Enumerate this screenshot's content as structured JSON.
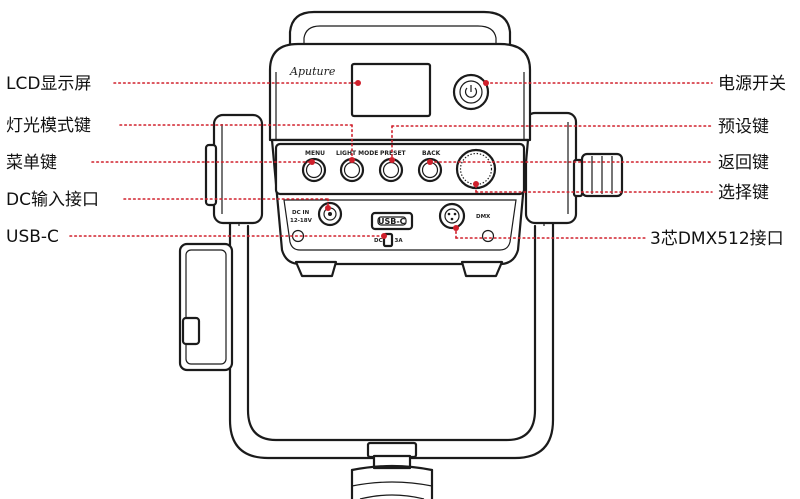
{
  "device": {
    "brand_logo": "Aputure",
    "buttons": {
      "menu": "MENU",
      "light_mode": "LIGHT MODE",
      "preset": "PRESET",
      "back": "BACK"
    },
    "ports": {
      "dc_in_line1": "DC IN",
      "dc_in_line2": "12-18V",
      "usb_c": "USB-C",
      "usb_c_rating": "DC 5V 3A",
      "dmx": "DMX"
    }
  },
  "callouts": {
    "left": {
      "lcd": "LCD显示屏",
      "light_mode_key": "灯光模式键",
      "menu_key": "菜单键",
      "dc_input": "DC输入接口",
      "usb_c": "USB-C"
    },
    "right": {
      "power_switch": "电源开关",
      "preset_key": "预设键",
      "back_key": "返回键",
      "select_key": "选择键",
      "dmx_port": "3芯DMX512接口"
    }
  },
  "colors": {
    "callout_line": "#d0202c",
    "outline": "#1b1b1b"
  }
}
